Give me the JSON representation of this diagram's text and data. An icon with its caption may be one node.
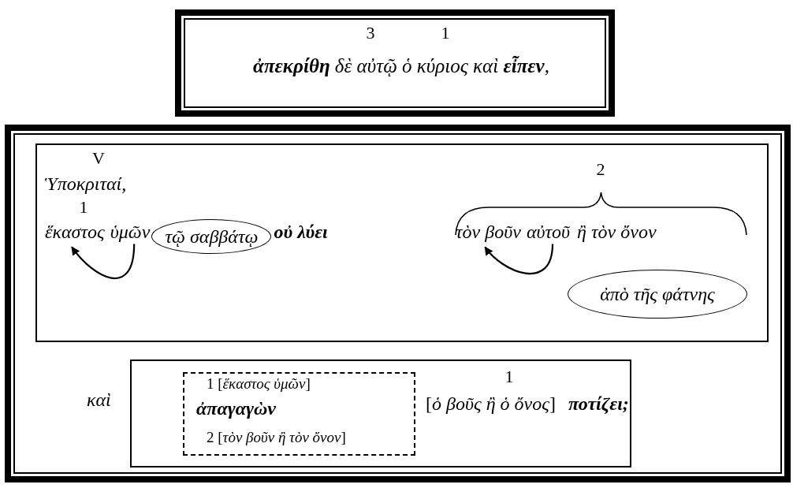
{
  "diagram": {
    "nodes": [
      {
        "text": [
          "3",
          "1",
          "**ἀπεκρίθη** δὲ αὐτῷ ὁ κύριος καὶ **εἶπεν**,"
        ]
      },
      {
        "text": [
          "καὶ"
        ]
      },
      {
        "text": [
          "V",
          "Ὑποκριταί,",
          "1",
          "οὐ λύει",
          "2",
          "ἢ τὸν ὄνον"
        ],
        "in": 1
      },
      {
        "text": [
          "ἕκαστος"
        ],
        "in": 2
      },
      {
        "text": [
          "ὑμῶν"
        ],
        "in": 2
      },
      {
        "text": [
          "τῷ σαββάτῳ"
        ],
        "in": 2
      },
      {
        "text": [
          "τὸν βοῦν"
        ],
        "in": 2
      },
      {
        "text": [
          "αὐτοῦ"
        ],
        "in": 2
      },
      {
        "text": [
          "ἀπὸ τῆς φάτνης"
        ],
        "in": 2
      },
      {
        "text": [
          "1",
          "[*ὁ βοῦς ἢ ὁ ὄνος*]",
          "ποτίζει;"
        ],
        "in": 1
      },
      {
        "text": [
          "1 [*ἕκαστος ὑμῶν*]",
          "ἀπαγαγὼν",
          "2 [*τὸν βοῦν ἢ τὸν ὄνον*]"
        ],
        "in": 9
      }
    ],
    "edges": [
      {
        "from": 4,
        "to": 3,
        "arrow": "to"
      },
      {
        "from": 7,
        "to": 6,
        "arrow": "to"
      }
    ]
  }
}
